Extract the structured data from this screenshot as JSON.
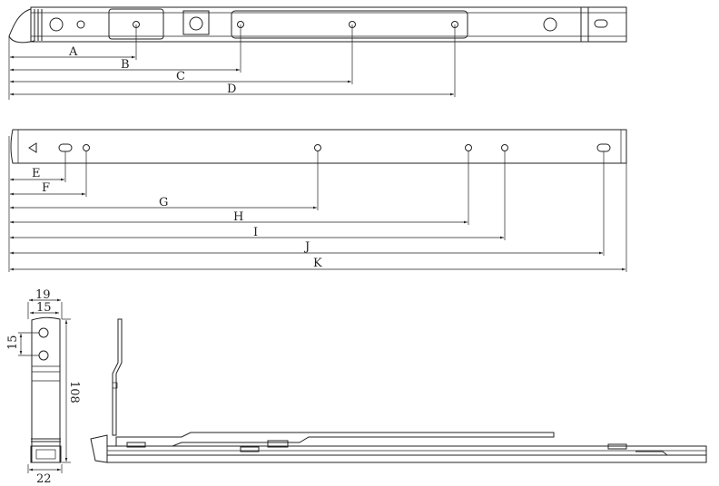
{
  "top_view": {
    "dims": [
      "A",
      "B",
      "C",
      "D"
    ]
  },
  "bottom_view": {
    "dims": [
      "E",
      "F",
      "G",
      "H",
      "I",
      "J",
      "K"
    ]
  },
  "end_view": {
    "width_top": "19",
    "width_inner": "15",
    "hole_spacing": "15",
    "height": "108",
    "width_bottom": "22"
  }
}
